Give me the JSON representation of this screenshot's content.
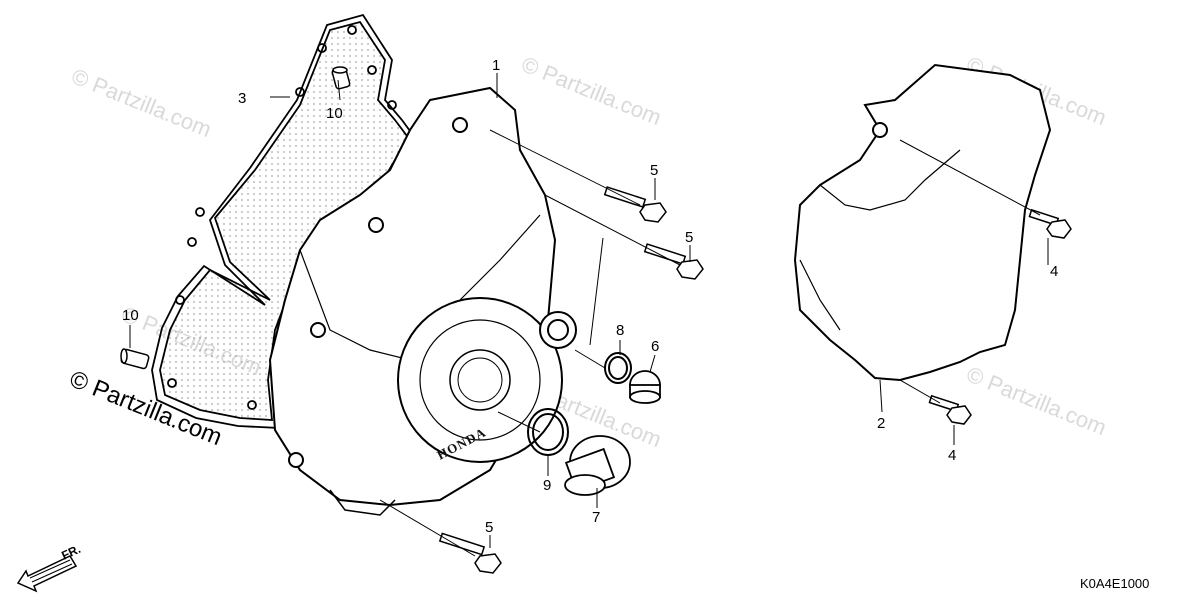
{
  "watermarks": [
    {
      "text": "© Partzilla.com"
    },
    {
      "text": "© Partzilla.com"
    },
    {
      "text": "© Partzilla.com"
    },
    {
      "text": "© Partzilla.com"
    },
    {
      "text": "© Partzilla.com"
    },
    {
      "text": "© Partzilla.com"
    }
  ],
  "copyright": "© Partzilla.com",
  "diagram_code": "K0A4E1000",
  "front_indicator": "FR.",
  "cover_brand": "HONDA",
  "callouts": [
    {
      "id": "1",
      "label": "1"
    },
    {
      "id": "2",
      "label": "2"
    },
    {
      "id": "3",
      "label": "3"
    },
    {
      "id": "4a",
      "label": "4"
    },
    {
      "id": "4b",
      "label": "4"
    },
    {
      "id": "5a",
      "label": "5"
    },
    {
      "id": "5b",
      "label": "5"
    },
    {
      "id": "5c",
      "label": "5"
    },
    {
      "id": "6",
      "label": "6"
    },
    {
      "id": "7",
      "label": "7"
    },
    {
      "id": "8",
      "label": "8"
    },
    {
      "id": "9",
      "label": "9"
    },
    {
      "id": "10a",
      "label": "10"
    },
    {
      "id": "10b",
      "label": "10"
    }
  ]
}
